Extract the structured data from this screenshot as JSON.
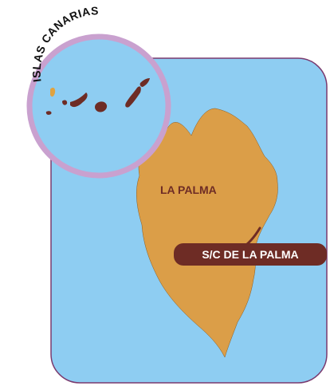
{
  "inset": {
    "title": "ISLAS CANARIAS"
  },
  "map": {
    "island_label": "LA PALMA",
    "capital_label": "S/C DE LA PALMA"
  },
  "colors": {
    "sea": "#8ecdf2",
    "frame_border": "#7a3a6e",
    "inset_ring": "#c9a1cf",
    "island_fill": "#db9e48",
    "other_islands": "#6e2c25",
    "highlight_island": "#e0a340",
    "label_text": "#6e2c25",
    "callout_bg": "#6e2c25",
    "callout_text": "#ffffff"
  }
}
